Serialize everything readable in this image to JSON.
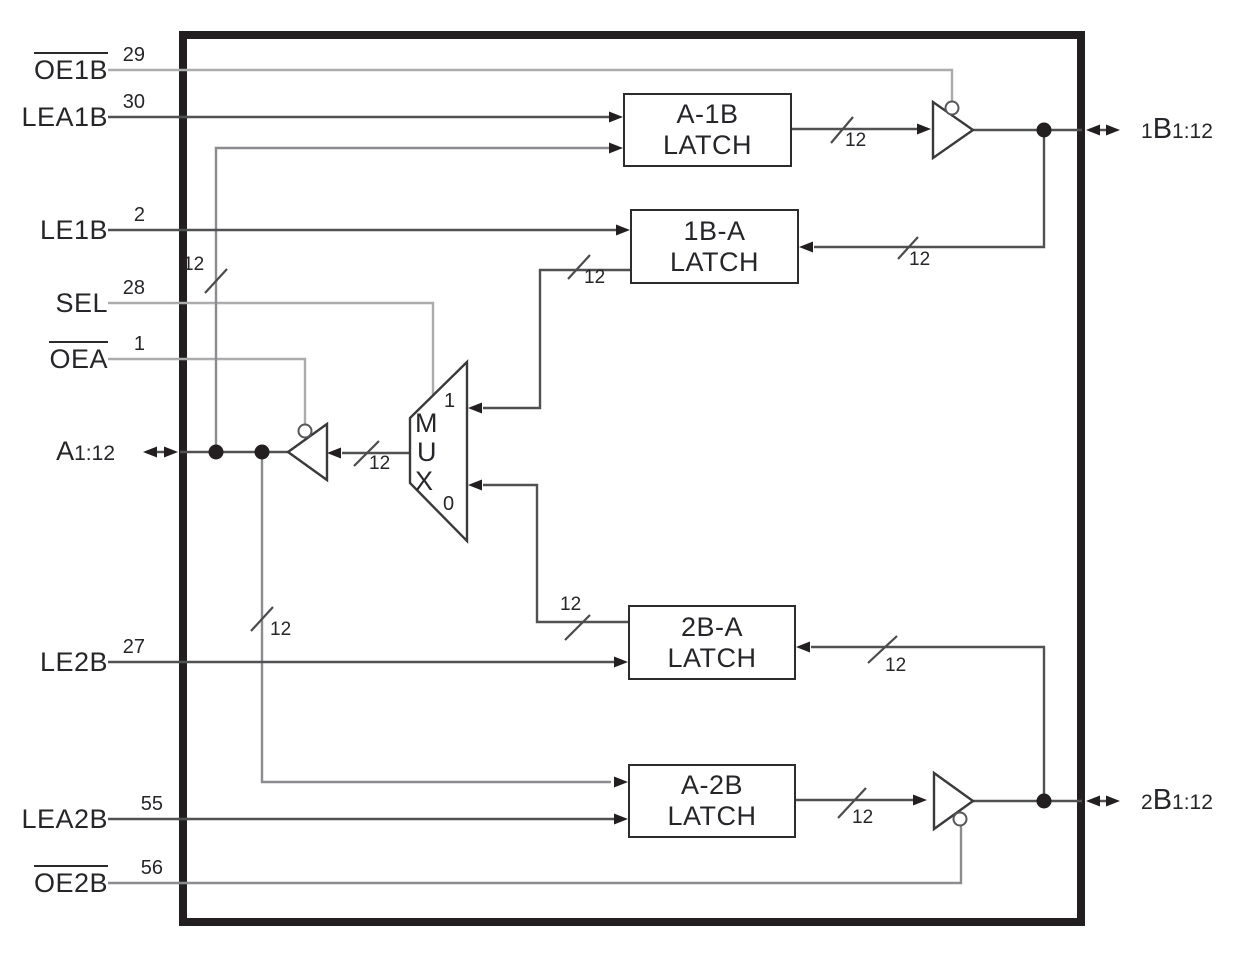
{
  "diagram": {
    "bus_width": "12",
    "left_pins": [
      {
        "name": "OE1B",
        "pin": "29",
        "active_low": true
      },
      {
        "name": "LEA1B",
        "pin": "30",
        "active_low": false
      },
      {
        "name": "LE1B",
        "pin": "2",
        "active_low": false
      },
      {
        "name": "SEL",
        "pin": "28",
        "active_low": false
      },
      {
        "name": "OEA",
        "pin": "1",
        "active_low": true
      },
      {
        "name": "LE2B",
        "pin": "27",
        "active_low": false
      },
      {
        "name": "LEA2B",
        "pin": "55",
        "active_low": false
      },
      {
        "name": "OE2B",
        "pin": "56",
        "active_low": true
      }
    ],
    "port_a": {
      "name": "A",
      "range": "1:12"
    },
    "port_1b": {
      "bank": "1",
      "name": "B",
      "range": "1:12"
    },
    "port_2b": {
      "bank": "2",
      "name": "B",
      "range": "1:12"
    },
    "latches": [
      {
        "line1": "A-1B",
        "line2": "LATCH"
      },
      {
        "line1": "1B-A",
        "line2": "LATCH"
      },
      {
        "line1": "2B-A",
        "line2": "LATCH"
      },
      {
        "line1": "A-2B",
        "line2": "LATCH"
      }
    ],
    "mux": {
      "letter1": "M",
      "letter2": "U",
      "letter3": "X",
      "input1": "1",
      "input0": "0"
    }
  }
}
